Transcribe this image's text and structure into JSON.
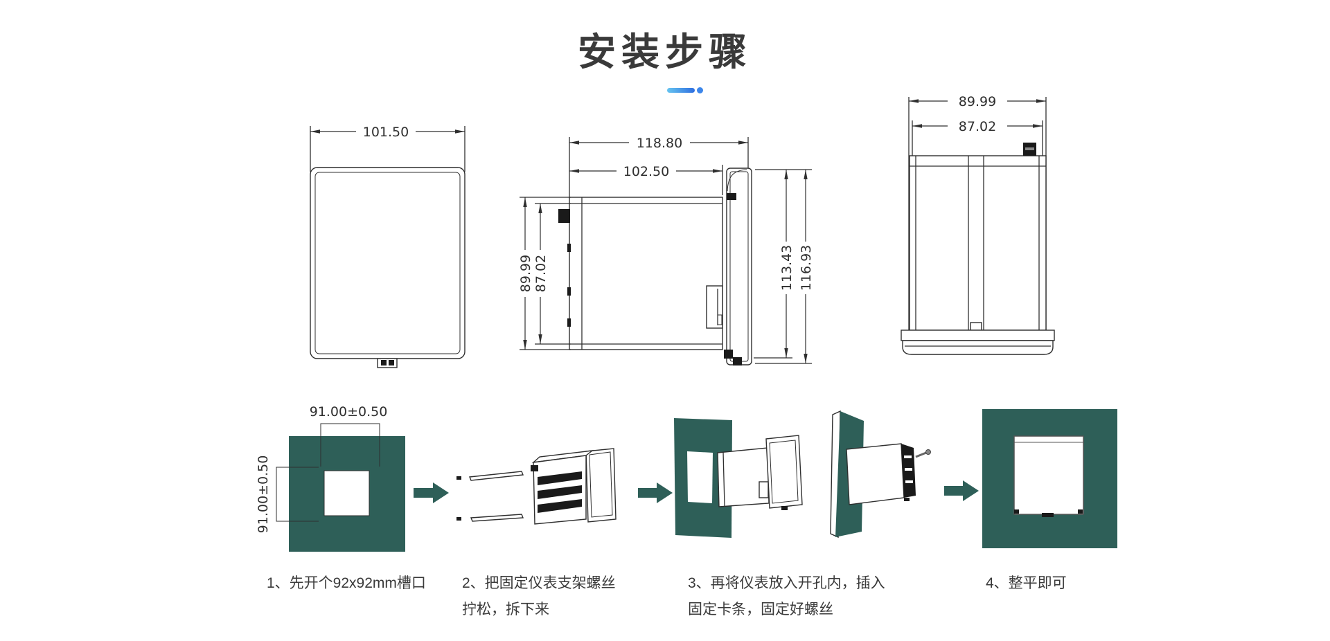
{
  "title": {
    "text": "安装步骤"
  },
  "theme": {
    "teal": "#2e5f58",
    "line_color": "#2f2f2f",
    "text_color": "#3a3a3a",
    "black_detail": "#1a1a1a",
    "underline_gradient_start": "#66c4f0",
    "underline_gradient_end": "#2e6fe0",
    "underline_dot": "#3c86ea"
  },
  "front_view": {
    "width": "101.50"
  },
  "side_view": {
    "overall_depth": "118.80",
    "panel_depth": "102.50",
    "body_height_outer": "89.99",
    "body_height_inner": "87.02",
    "front_height_inner": "113.43",
    "front_height_outer": "116.93"
  },
  "rear_view": {
    "width_outer": "89.99",
    "width_inner": "87.02"
  },
  "cutout_dims": {
    "width": "91.00±0.50",
    "height": "91.00±0.50"
  },
  "steps": [
    {
      "lines": [
        "1、先开个92x92mm槽口",
        ""
      ]
    },
    {
      "lines": [
        "2、把固定仪表支架螺丝",
        "拧松，拆下来"
      ]
    },
    {
      "lines": [
        "3、再将仪表放入开孔内，插入",
        "固定卡条，固定好螺丝"
      ]
    },
    {
      "lines": [
        "4、整平即可",
        ""
      ]
    }
  ]
}
